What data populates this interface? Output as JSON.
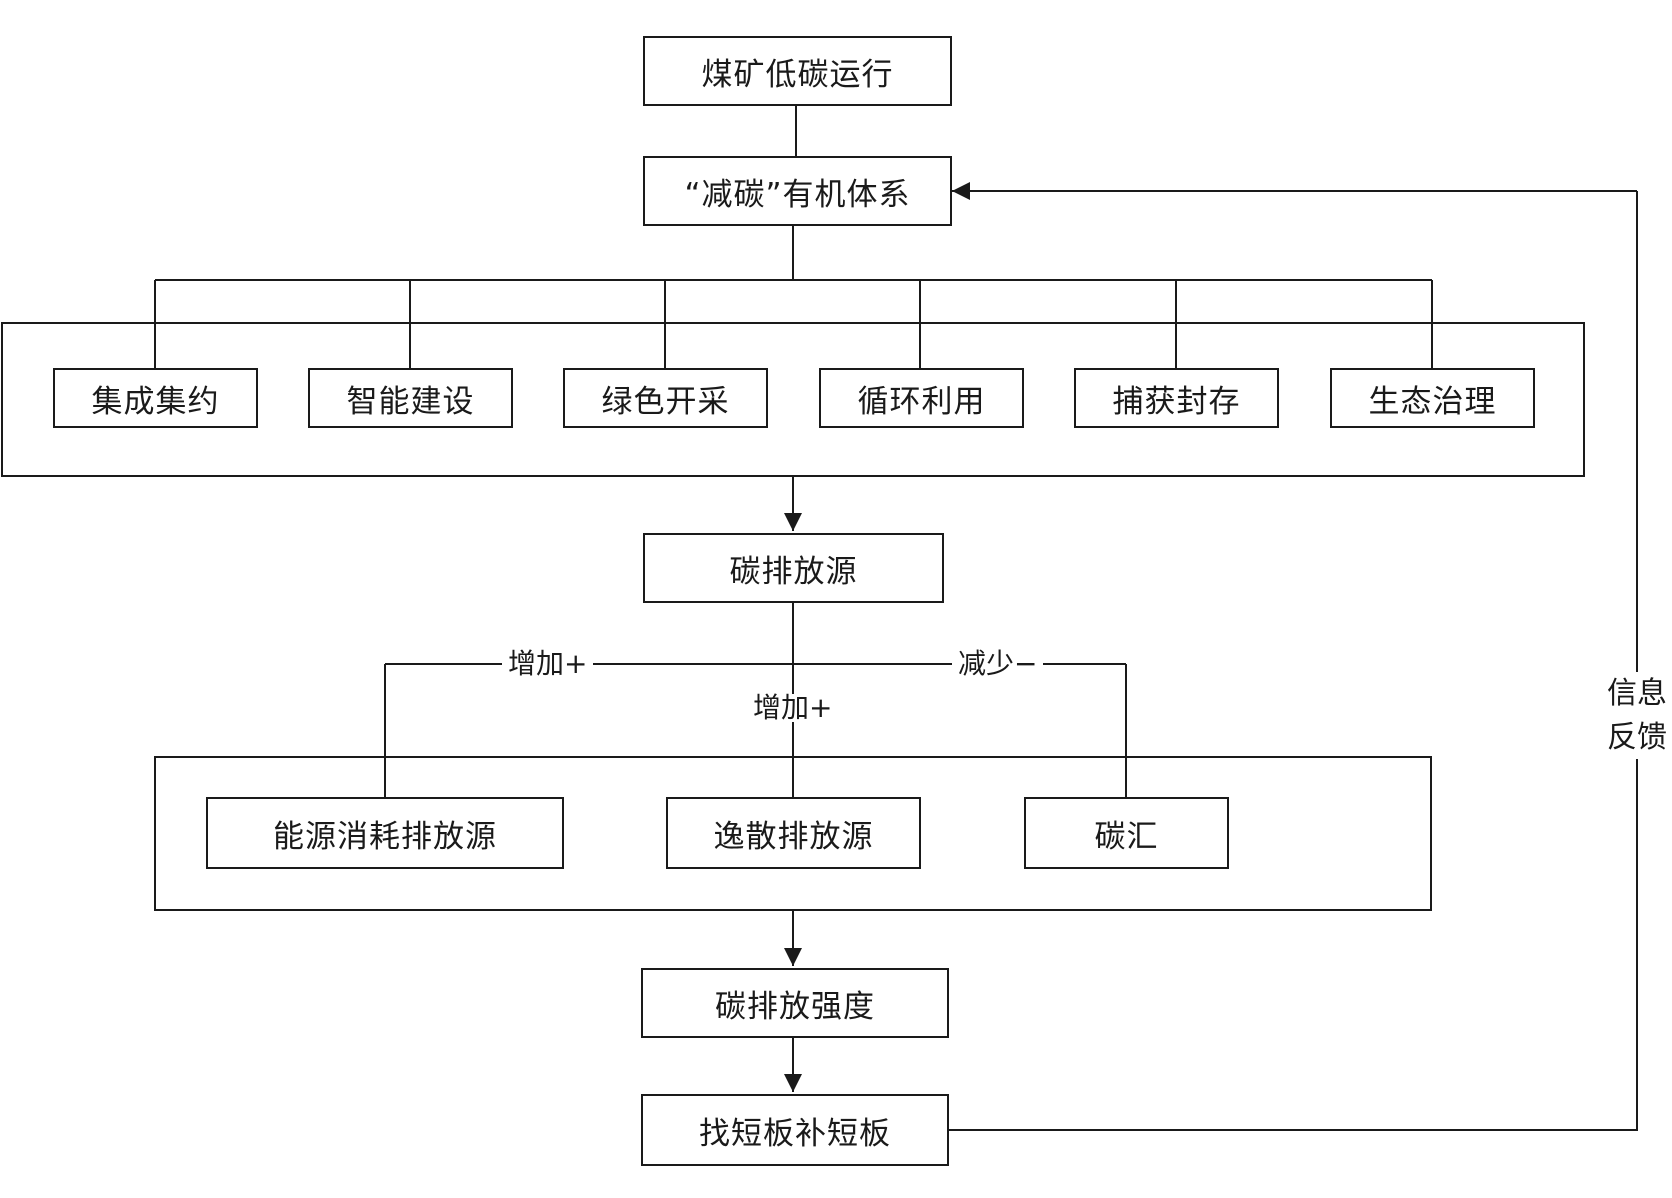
{
  "diagram": {
    "top_node": "煤矿低碳运行",
    "system_node": "“减碳”有机体系",
    "measures": [
      "集成集约",
      "智能建设",
      "绿色开采",
      "循环利用",
      "捕获封存",
      "生态治理"
    ],
    "emission_source_node": "碳排放源",
    "edge_labels": {
      "increase_left": "增加+",
      "decrease_right": "减少−",
      "increase_center": "增加+"
    },
    "sources": [
      "能源消耗排放源",
      "逸散排放源",
      "碳汇"
    ],
    "intensity_node": "碳排放强度",
    "shortboard_node": "找短板补短板",
    "feedback_label": [
      "信息",
      "反馈"
    ]
  }
}
